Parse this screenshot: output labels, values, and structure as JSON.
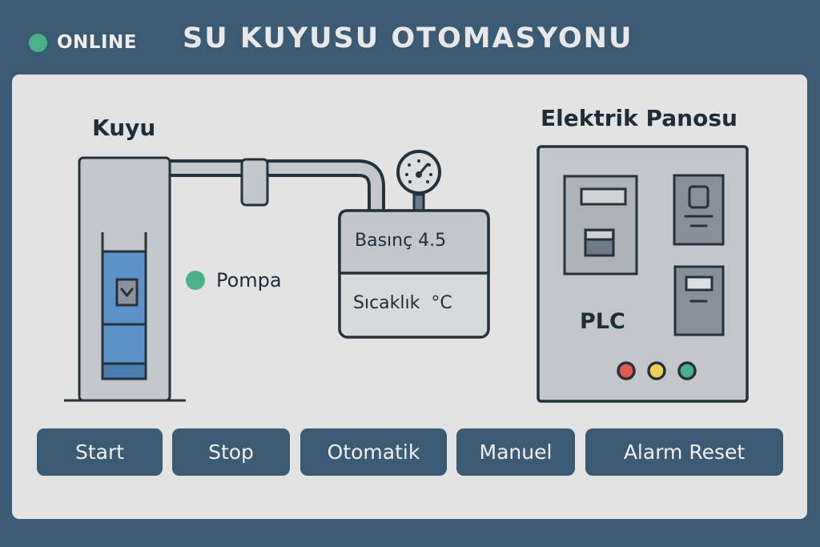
{
  "header": {
    "status_label": "ONLINE",
    "status_color": "#4cb08a",
    "title": "SU KUYUSU OTOMASYONU"
  },
  "well": {
    "label": "Kuyu",
    "icon": "well-pump-icon",
    "indicator_glyph": "v"
  },
  "pump": {
    "label": "Pompa",
    "status_color": "#4cb08a"
  },
  "tank": {
    "pressure_label": "Basınç 4.5",
    "temperature_label": "Sıcaklık  °C",
    "gauge_icon": "pressure-gauge-icon"
  },
  "electrical_panel": {
    "title": "Elektrik Panosu",
    "plc_label": "PLC",
    "indicator_lights": [
      {
        "name": "red-light",
        "color": "#e05a4e"
      },
      {
        "name": "yellow-light",
        "color": "#f0cf55"
      },
      {
        "name": "green-light",
        "color": "#4cb08a"
      }
    ]
  },
  "controls": {
    "buttons": [
      {
        "id": "start",
        "label": "Start"
      },
      {
        "id": "stop",
        "label": "Stop"
      },
      {
        "id": "otomatik",
        "label": "Otomatik"
      },
      {
        "id": "manuel",
        "label": "Manuel"
      },
      {
        "id": "alarm-reset",
        "label": "Alarm Reset"
      }
    ]
  }
}
